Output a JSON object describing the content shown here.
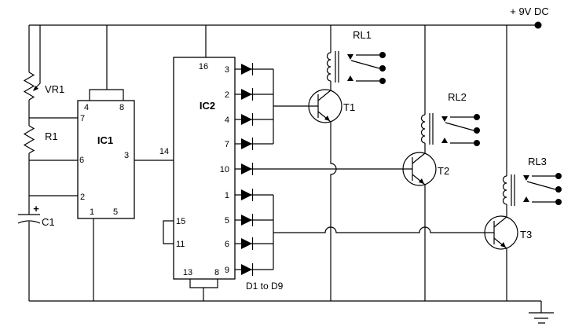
{
  "power": {
    "supply_label": "+ 9V DC"
  },
  "components": {
    "vr1": {
      "label": "VR1"
    },
    "r1": {
      "label": "R1"
    },
    "c1": {
      "label": "C1",
      "polarity_mark": "+"
    },
    "ic1": {
      "label": "IC1",
      "pins": {
        "p1": "1",
        "p2": "2",
        "p3": "3",
        "p4": "4",
        "p5": "5",
        "p6": "6",
        "p7": "7",
        "p8": "8"
      }
    },
    "ic2": {
      "label": "IC2",
      "pins": {
        "p1": "1",
        "p2": "2",
        "p3": "3",
        "p4": "4",
        "p5": "5",
        "p6": "6",
        "p7": "7",
        "p8": "8",
        "p9": "9",
        "p10": "10",
        "p11": "11",
        "p13": "13",
        "p14": "14",
        "p15": "15",
        "p16": "16"
      }
    },
    "diodes": {
      "label": "D1 to D9"
    },
    "transistors": [
      {
        "label": "T1"
      },
      {
        "label": "T2"
      },
      {
        "label": "T3"
      }
    ],
    "relays": [
      {
        "label": "RL1"
      },
      {
        "label": "RL2"
      },
      {
        "label": "RL3"
      }
    ]
  }
}
